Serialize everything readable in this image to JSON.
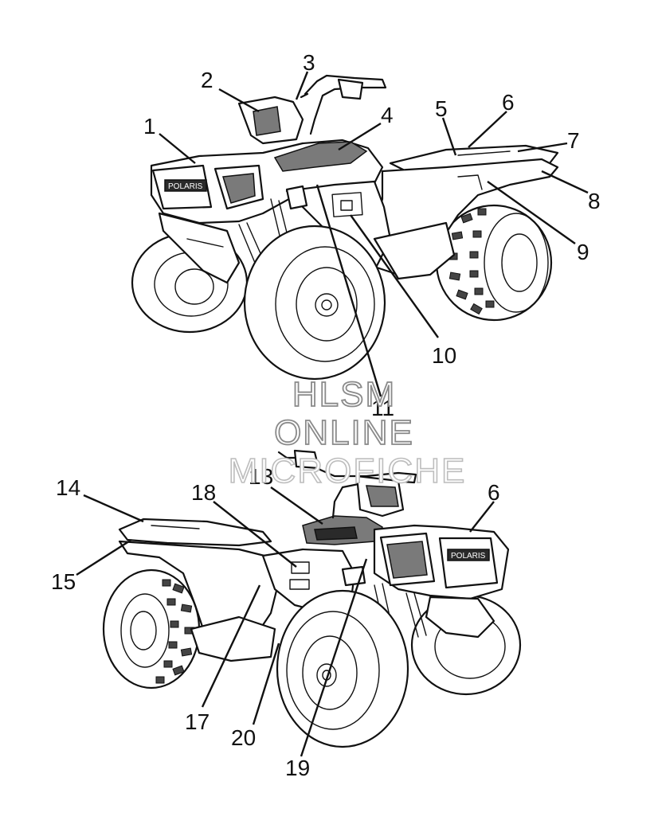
{
  "watermark": {
    "line1": "HLSM",
    "line2": "ONLINE",
    "line3": "MICROFICHE"
  },
  "callouts_upper": [
    {
      "id": "1",
      "text": "1"
    },
    {
      "id": "2",
      "text": "2"
    },
    {
      "id": "3",
      "text": "3"
    },
    {
      "id": "4",
      "text": "4"
    },
    {
      "id": "5",
      "text": "5"
    },
    {
      "id": "6",
      "text": "6"
    },
    {
      "id": "7",
      "text": "7"
    },
    {
      "id": "8",
      "text": "8"
    },
    {
      "id": "9",
      "text": "9"
    },
    {
      "id": "10",
      "text": "10"
    },
    {
      "id": "11",
      "text": "11"
    }
  ],
  "callouts_lower": [
    {
      "id": "13",
      "text": "13"
    },
    {
      "id": "14",
      "text": "14"
    },
    {
      "id": "15",
      "text": "15"
    },
    {
      "id": "6b",
      "text": "6"
    },
    {
      "id": "17",
      "text": "17"
    },
    {
      "id": "18",
      "text": "18"
    },
    {
      "id": "19",
      "text": "19"
    },
    {
      "id": "20",
      "text": "20"
    }
  ],
  "decal_text": "POLARIS",
  "colors": {
    "ink": "#111111",
    "paper": "#ffffff",
    "watermark": "#8a8a8a"
  }
}
